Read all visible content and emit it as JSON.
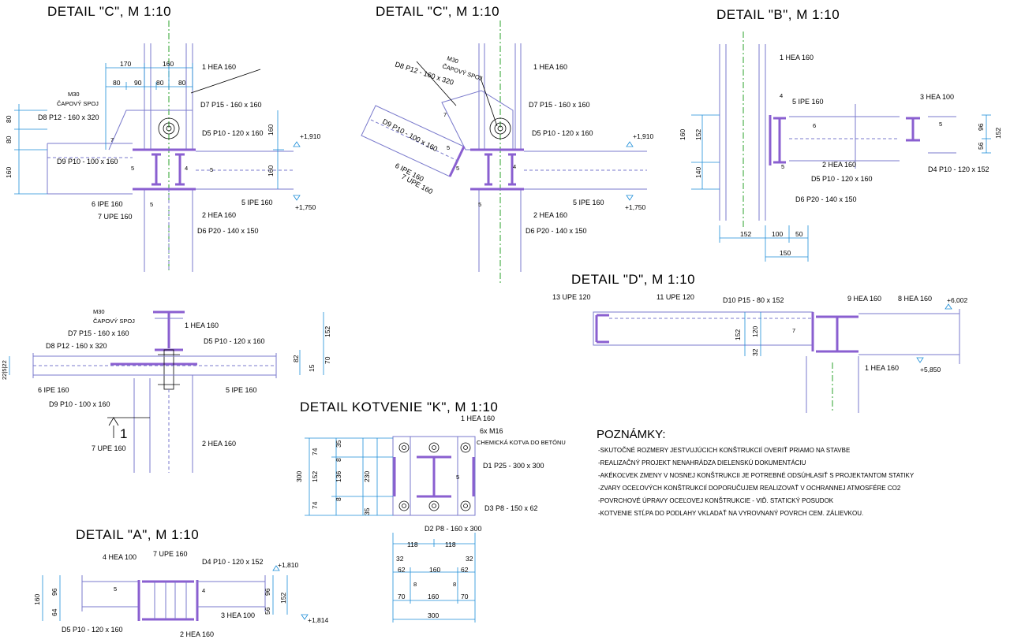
{
  "titles": {
    "c1": "DETAIL \"C\", M 1:10",
    "c2": "DETAIL \"C\", M 1:10",
    "b": "DETAIL \"B\", M 1:10",
    "d": "DETAIL \"D\", M 1:10",
    "k": "DETAIL KOTVENIE \"K\", M 1:10",
    "a": "DETAIL \"A\", M 1:10"
  },
  "c1": {
    "labels": [
      "1 HEA 160",
      "D7 P15 - 160 x 160",
      "D5 P10 - 120 x 160",
      "D8 P12 - 160 x 320",
      "D9 P10 - 100 x 160",
      "6 IPE 160",
      "7 UPE 160",
      "5 IPE 160",
      "2 HEA 160",
      "D6 P20 - 140 x 150",
      "M30",
      "ČAPOVÝ SPOJ"
    ],
    "dims": [
      "170",
      "160",
      "80",
      "90",
      "80",
      "80",
      "80",
      "80",
      "160",
      "160",
      "160"
    ],
    "levels": [
      "+1,910",
      "+1,750"
    ],
    "welds": [
      "7",
      "5",
      "4",
      "5",
      "5"
    ]
  },
  "c2": {
    "labels": [
      "D8 P12 - 160 x 320",
      "M30",
      "ČAPOVÝ SPOJ",
      "1 HEA 160",
      "D7 P15 - 160 x 160",
      "D9 P10 - 100 x 160",
      "D5 P10 - 120 x 160",
      "6 IPE 160",
      "7 UPE 160",
      "5 IPE 160",
      "2 HEA 160",
      "D6 P20 - 140 x 150"
    ],
    "levels": [
      "+1,910",
      "+1,750"
    ],
    "welds": [
      "7",
      "5",
      "5",
      "4",
      "5"
    ]
  },
  "b": {
    "labels": [
      "1 HEA 160",
      "5 IPE 160",
      "3 HEA 100",
      "2 HEA 160",
      "D5 P10 - 120 x 160",
      "D4 P10 - 120 x 152",
      "D6 P20 - 140 x 150"
    ],
    "dims": [
      "160",
      "152",
      "140",
      "96",
      "56",
      "152",
      "152",
      "100",
      "50",
      "150"
    ],
    "welds": [
      "4",
      "6",
      "5",
      "5"
    ]
  },
  "d": {
    "labels": [
      "13 UPE 120",
      "11 UPE 120",
      "D10 P15 - 80 x 152",
      "9 HEA 160",
      "8 HEA 160",
      "1 HEA 160"
    ],
    "dims": [
      "152",
      "120",
      "32"
    ],
    "levels": [
      "+6,002",
      "+5,850"
    ],
    "welds": [
      "7"
    ]
  },
  "side": {
    "labels": [
      "M30",
      "ČAPOVÝ SPOJ",
      "1 HEA 160",
      "D7 P15 - 160 x 160",
      "D5 P10 - 120 x 160",
      "D8 P12 - 160 x 320",
      "6 IPE 160",
      "D9 P10 - 100 x 160",
      "5 IPE 160",
      "7 UPE 160",
      "2 HEA 160"
    ],
    "dims": [
      "152",
      "82",
      "70",
      "15",
      "22|5|22"
    ],
    "section_mark": "1"
  },
  "k": {
    "labels": [
      "1 HEA 160",
      "6x M16",
      "CHEMICKÁ KOTVA DO BETÓNU",
      "D1 P25 - 300 x 300",
      "D3 P8 - 150 x 62",
      "D2 P8 - 160 x 300"
    ],
    "dims_v": [
      "35",
      "74",
      "300",
      "152",
      "8",
      "136",
      "8",
      "230",
      "74",
      "35"
    ],
    "dims_h1": [
      "118",
      "118"
    ],
    "dims_h2": [
      "32",
      "32",
      "62",
      "160",
      "62",
      "8",
      "8",
      "70",
      "160",
      "70",
      "300"
    ],
    "welds": [
      "5"
    ]
  },
  "a": {
    "labels": [
      "4 HEA 100",
      "7 UPE 160",
      "D4 P10 - 120 x 152",
      "3 HEA 100",
      "D5 P10 - 120 x 160",
      "2 HEA 160"
    ],
    "dims": [
      "160",
      "64",
      "96",
      "96",
      "56",
      "152"
    ],
    "levels": [
      "+1,810",
      "+1,814"
    ],
    "welds": [
      "5",
      "4"
    ]
  },
  "notes": {
    "heading": "POZNÁMKY:",
    "items": [
      "-SKUTOČNÉ ROZMERY JESTVUJÚCICH KONŠTRUKCIÍ OVERIŤ PRIAMO NA STAVBE",
      "-REALIZAČNÝ PROJEKT NENAHRÁDZA DIELENSKÚ DOKUMENTÁCIU",
      "-AKÉKOĽVEK ZMENY V NOSNEJ KONŠTRUKCII JE POTREBNÉ ODSÚHLASIŤ S PROJEKTANTOM STATIKY",
      "-ZVARY OCEĽOVÝCH KONŠTRUKCIÍ DOPORUČUJEM REALIZOVAŤ V OCHRANNEJ ATMOSFÉRE CO2",
      "-POVRCHOVÉ ÚPRAVY OCEĽOVEJ KONŠTRUKCIE - VIĎ. STATICKÝ POSUDOK",
      "-KOTVENIE STĹPA DO PODLAHY VKLADAŤ NA VYROVNANÝ POVRCH CEM. ZÁLIEVKOU."
    ]
  },
  "colors": {
    "steel": "#7a7acc",
    "plate": "#8a5fd0",
    "dimension": "#1d8ed8",
    "axis": "#2aa02a",
    "text": "#000000"
  }
}
